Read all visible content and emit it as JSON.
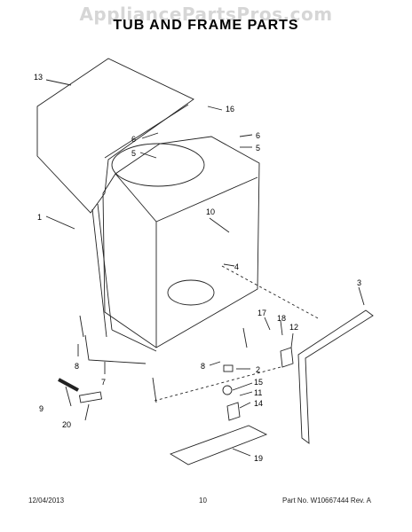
{
  "watermark": "AppliancePartsPros.com",
  "title": "TUB AND FRAME PARTS",
  "footer": {
    "date": "12/04/2013",
    "page": "10",
    "part_no": "Part No. W10667444  Rev. A"
  },
  "callouts": [
    "13",
    "16",
    "6",
    "6",
    "5",
    "5",
    "1",
    "10",
    "4",
    "3",
    "17",
    "18",
    "12",
    "8",
    "7",
    "8",
    "2",
    "15",
    "11",
    "14",
    "9",
    "20",
    "19"
  ]
}
